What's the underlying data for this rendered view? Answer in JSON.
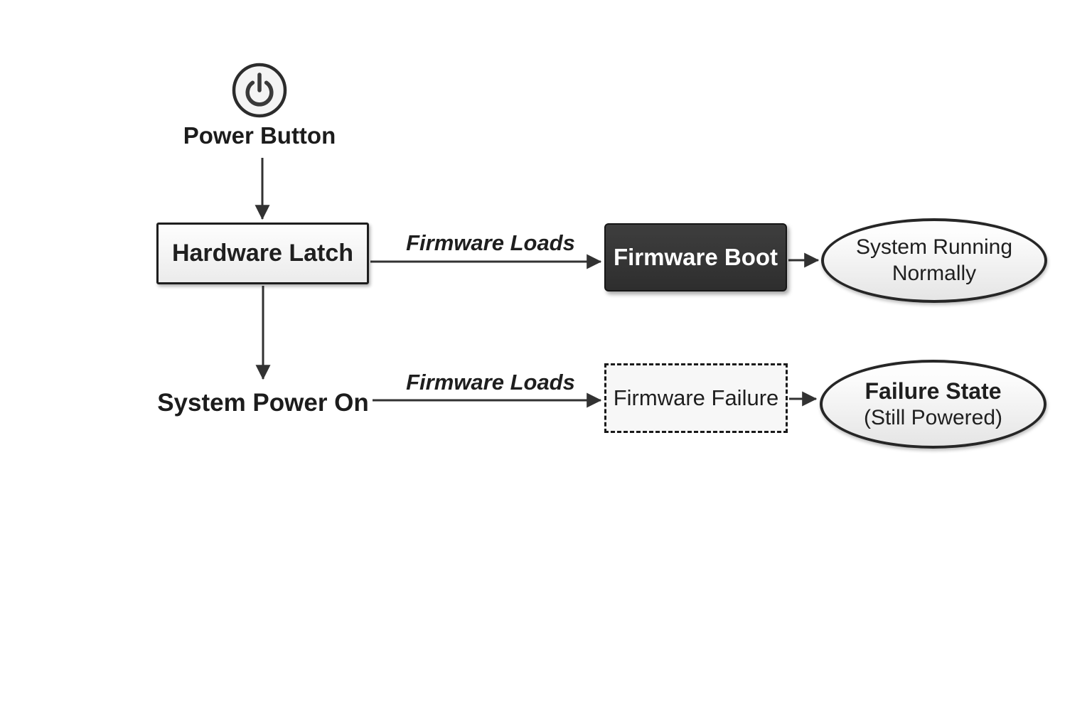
{
  "diagram": {
    "nodes": {
      "power_button": {
        "label": "Power Button",
        "icon": "power-icon"
      },
      "hardware_latch": {
        "label": "Hardware Latch"
      },
      "firmware_boot": {
        "label": "Firmware Boot"
      },
      "system_running": {
        "label_line1": "System Running",
        "label_line2": "Normally"
      },
      "system_power_on": {
        "label": "System Power On"
      },
      "firmware_failure": {
        "label": "Firmware Failure"
      },
      "failure_state": {
        "label_line1": "Failure State",
        "label_line2": "(Still Powered)"
      }
    },
    "edge_labels": {
      "top_firmware_loads": "Firmware Loads",
      "bottom_firmware_loads": "Firmware Loads"
    },
    "colors": {
      "ink": "#2e2e2e",
      "dark_node_fill": "#343434",
      "dark_node_text": "#ffffff",
      "light_node_fill": "#f2f2f2",
      "background": "#ffffff"
    }
  }
}
